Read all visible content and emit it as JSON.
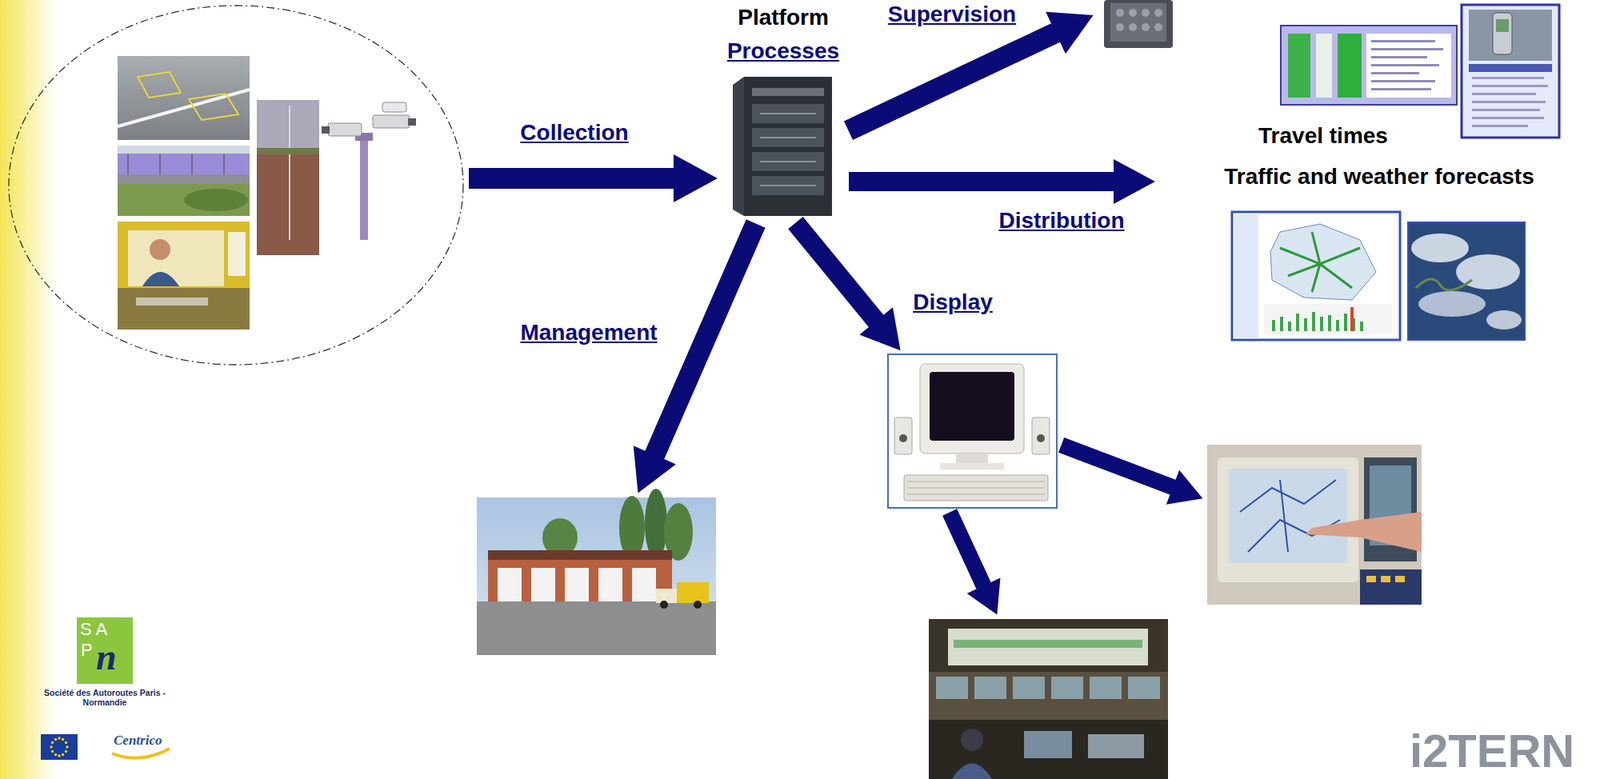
{
  "diagram": {
    "nodes": [
      {
        "text": []
      },
      {
        "text": [
          "Platform",
          "Processes"
        ]
      },
      {
        "text": []
      },
      {
        "text": [
          "Travel times",
          "Traffic and weather forecasts"
        ]
      },
      {
        "text": []
      },
      {
        "text": []
      },
      {
        "text": []
      },
      {
        "text": []
      }
    ],
    "edges": [
      {
        "from": 0,
        "to": 1,
        "arrow": "to",
        "label": "Collection"
      },
      {
        "from": 1,
        "to": 2,
        "arrow": "to",
        "label": "Supervision"
      },
      {
        "from": 1,
        "to": 3,
        "arrow": "to",
        "label": "Distribution"
      },
      {
        "from": 1,
        "to": 4,
        "arrow": "to",
        "label": "Display"
      },
      {
        "from": 1,
        "to": 5,
        "arrow": "to",
        "label": "Management"
      },
      {
        "from": 4,
        "to": 6,
        "arrow": "to"
      },
      {
        "from": 4,
        "to": 7,
        "arrow": "to"
      }
    ],
    "labels": [
      "S A",
      "P",
      "n",
      "Société des Autoroutes Paris - Normandie",
      "Centrico",
      "i2TERN"
    ]
  }
}
